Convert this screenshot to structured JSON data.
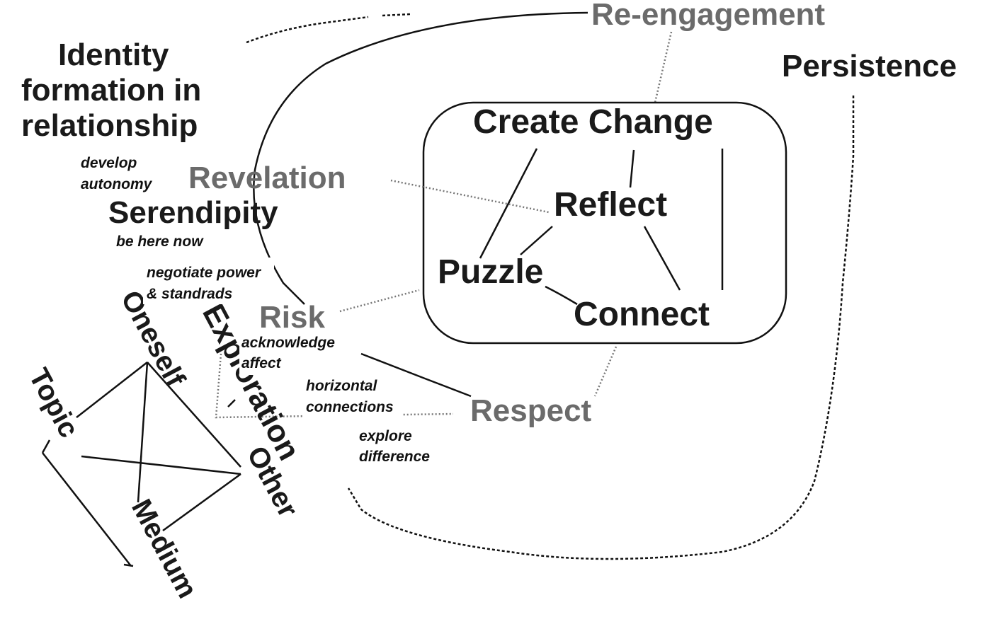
{
  "labels": {
    "identity_line1": "Identity",
    "identity_line2": "formation in",
    "identity_line3": "relationship",
    "re_engagement": "Re-engagement",
    "persistence": "Persistence",
    "create_change": "Create Change",
    "reflect": "Reflect",
    "puzzle": "Puzzle",
    "connect": "Connect",
    "revelation": "Revelation",
    "serendipity": "Serendipity",
    "risk": "Risk",
    "respect": "Respect",
    "exploration": "Exploration",
    "oneself": "Oneself",
    "topic": "Topic",
    "other": "Other",
    "medium": "Medium"
  },
  "notes": {
    "develop_autonomy_1": "develop",
    "develop_autonomy_2": "autonomy",
    "be_here_now": "be here now",
    "negotiate_1": "negotiate power",
    "negotiate_2": "& standrads",
    "acknowledge_1": "acknowledge",
    "acknowledge_2": "affect",
    "horizontal_1": "horizontal",
    "horizontal_2": "connections",
    "explore_1": "explore",
    "explore_2": "difference"
  }
}
